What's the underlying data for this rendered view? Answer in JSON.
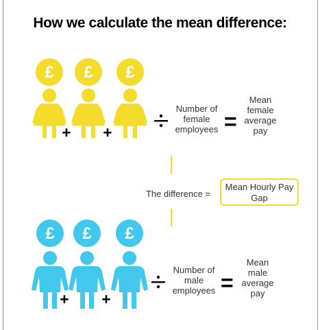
{
  "title": "How we calculate the mean difference:",
  "colors": {
    "female": "#f5dc2c",
    "male": "#41c8ec",
    "divider": "#f5dc2c"
  },
  "female_row": {
    "coin_symbol": "£",
    "plus": [
      "+",
      "+"
    ],
    "divide_label": "Number of\nfemale\nemployees",
    "equals": "=",
    "result": "Mean\nfemale\naverage\npay"
  },
  "difference": {
    "label": "The difference =",
    "result": "Mean Hourly Pay\nGap"
  },
  "male_row": {
    "coin_symbol": "£",
    "plus": [
      "+",
      "+"
    ],
    "divide_label": "Number of\nmale\nemployees",
    "equals": "=",
    "result": "Mean\nmale\naverage\npay"
  }
}
